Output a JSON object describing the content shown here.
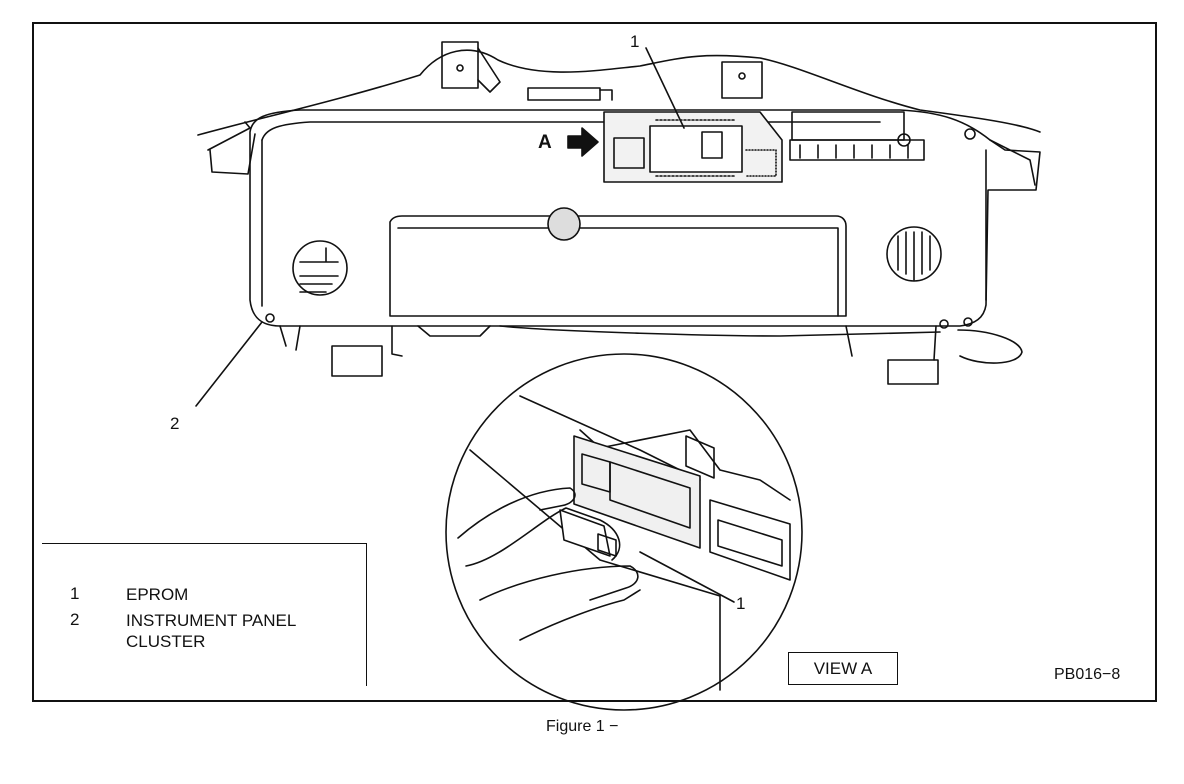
{
  "callouts": {
    "eprom_number_top": "1",
    "cluster_number": "2",
    "eprom_number_inset": "1",
    "view_arrow_label": "A"
  },
  "legend": {
    "items": [
      {
        "number": "1",
        "text": "EPROM"
      },
      {
        "number": "2",
        "text": "INSTRUMENT PANEL CLUSTER"
      }
    ]
  },
  "view_label": "VIEW A",
  "figure_id": "PB016−8",
  "caption": "Figure 1 −"
}
